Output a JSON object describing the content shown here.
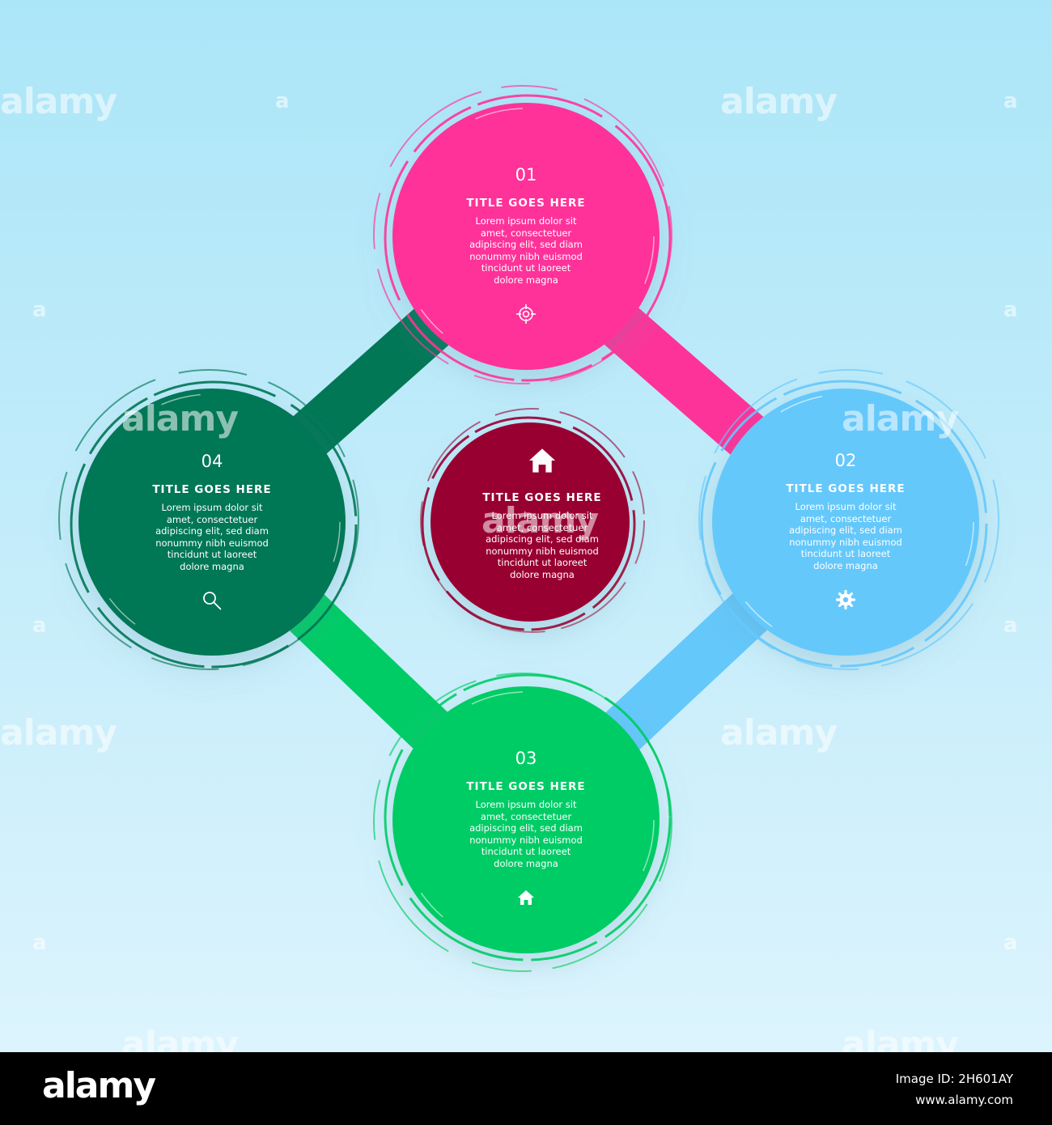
{
  "colors": {
    "pink": "#fe3399",
    "dark_green": "#017755",
    "light_blue": "#65c8fb",
    "green": "#00cc66",
    "maroon": "#990033",
    "white": "#ffffff"
  },
  "nodes": {
    "n01": {
      "number": "01",
      "title": "TITLE GOES HERE",
      "body": "Lorem ipsum dolor sit\namet, consectetuer\nadipiscing elit, sed diam\nnonummy nibh euismod\ntincidunt ut laoreet\ndolore magna",
      "icon": "target-icon",
      "color": "#fe3399"
    },
    "n02": {
      "number": "02",
      "title": "TITLE GOES HERE",
      "body": "Lorem ipsum dolor sit\namet, consectetuer\nadipiscing elit, sed diam\nnonummy nibh euismod\ntincidunt ut laoreet\ndolore magna",
      "icon": "gear-icon",
      "color": "#65c8fb"
    },
    "n03": {
      "number": "03",
      "title": "TITLE GOES HERE",
      "body": "Lorem ipsum dolor sit\namet, consectetuer\nadipiscing elit, sed diam\nnonummy nibh euismod\ntincidunt ut laoreet\ndolore magna",
      "icon": "home-icon",
      "color": "#00cc66"
    },
    "n04": {
      "number": "04",
      "title": "TITLE GOES HERE",
      "body": "Lorem ipsum dolor sit\namet, consectetuer\nadipiscing elit, sed diam\nnonummy nibh euismod\ntincidunt ut laoreet\ndolore magna",
      "icon": "search-icon",
      "color": "#017755"
    },
    "center": {
      "title": "TITLE GOES HERE",
      "body": "Lorem ipsum dolor sit\namet, consectetuer\nadipiscing elit, sed diam\nnonummy nibh euismod\ntincidunt ut laoreet\ndolore magna",
      "icon": "home-icon",
      "color": "#990033"
    }
  },
  "watermark": {
    "word": "alamy",
    "letter": "a"
  },
  "footer": {
    "logo": "alamy",
    "image_id": "Image ID: 2H601AY",
    "url": "www.alamy.com"
  }
}
